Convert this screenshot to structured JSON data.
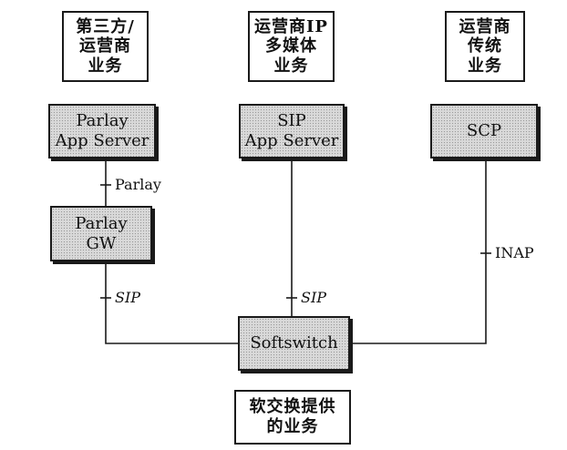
{
  "categories": {
    "third_party": [
      "第三方/",
      "运营商",
      "业务"
    ],
    "ip_multimedia": [
      "运营商IP",
      "多媒体",
      "业务"
    ],
    "traditional": [
      "运营商",
      "传统",
      "业务"
    ],
    "softswitch": [
      "软交换提供",
      "的业务"
    ]
  },
  "components": {
    "parlay_app_server": [
      "Parlay",
      "App Server"
    ],
    "sip_app_server": [
      "SIP",
      "App Server"
    ],
    "scp": [
      "SCP"
    ],
    "parlay_gw": [
      "Parlay",
      "GW"
    ],
    "softswitch": [
      "Softswitch"
    ]
  },
  "protocols": {
    "parlay": "Parlay",
    "sip_left": "SIP",
    "sip_middle": "SIP",
    "inap": "INAP"
  }
}
